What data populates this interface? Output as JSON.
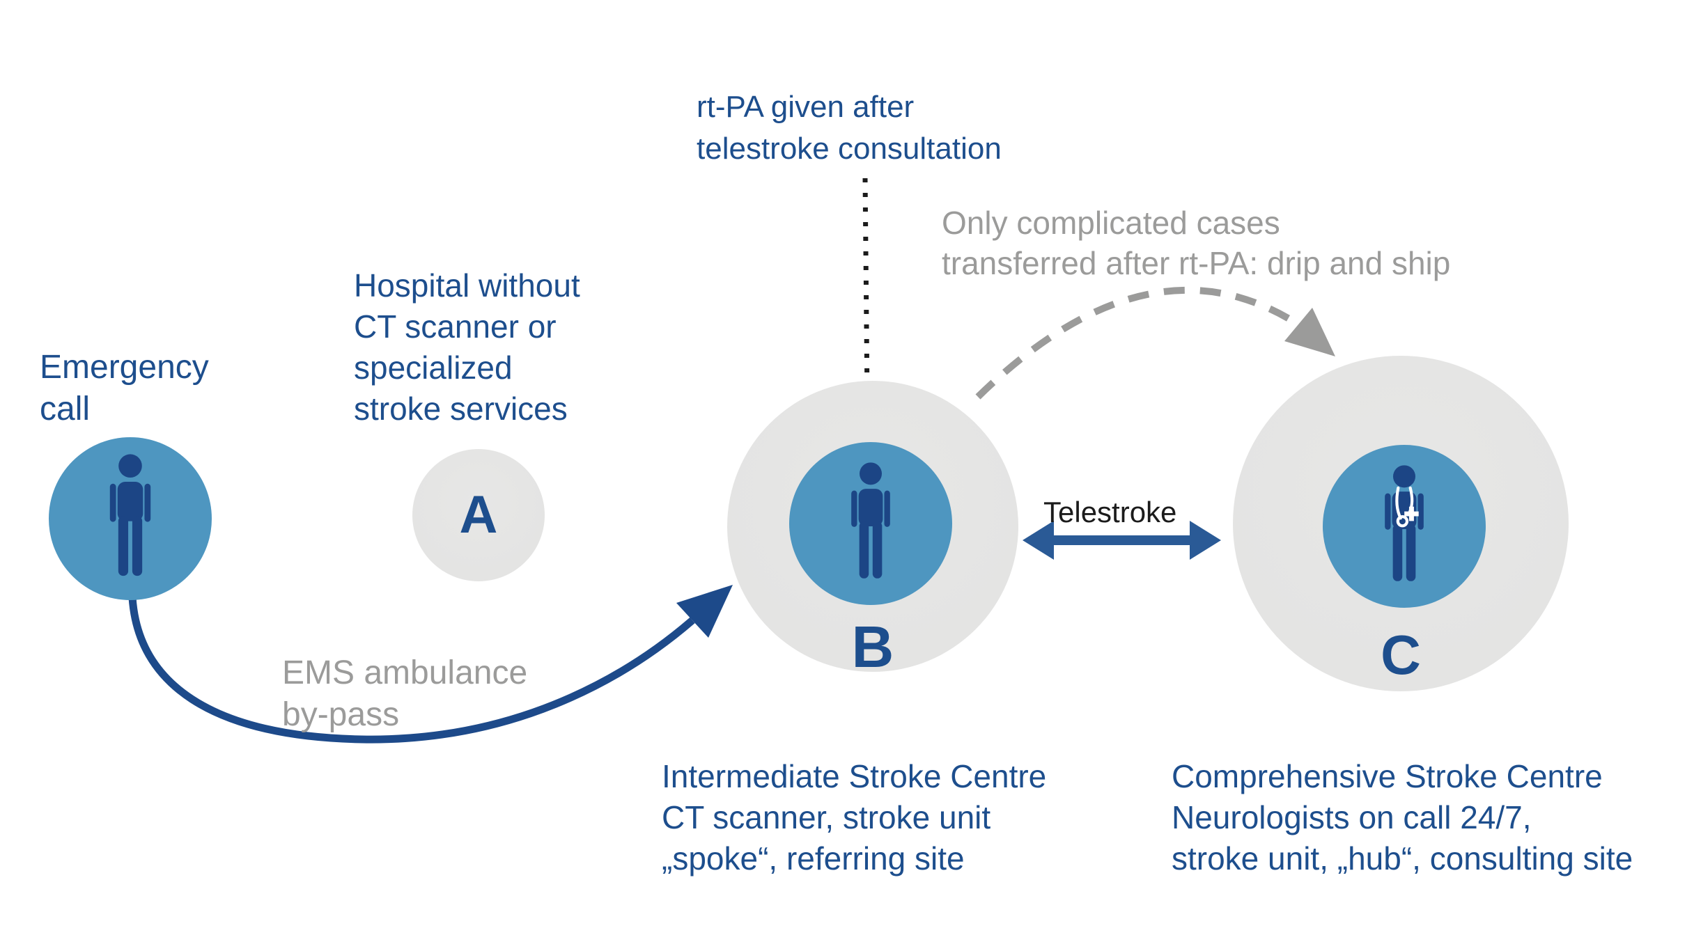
{
  "colors": {
    "navy_text": "#1d4e8d",
    "icon_navy": "#1c4585",
    "steel_blue": "#4e96c0",
    "circle_gray": "#e4e4e3",
    "gray_text": "#9b9b9a",
    "arrow_navy": "#1d4a8a",
    "telestroke_arrow": "#2a5a96",
    "line_black": "#1b1b1b"
  },
  "emergency": {
    "label_lines": [
      "Emergency",
      "call"
    ],
    "icon": "person-icon"
  },
  "hospital_a": {
    "label_lines": [
      "Hospital without",
      "CT scanner or",
      "specialized",
      "stroke services"
    ],
    "letter": "A"
  },
  "rtpa_note": {
    "lines": [
      "rt-PA given after",
      "telestroke consultation"
    ]
  },
  "transfer_note": {
    "lines": [
      "Only complicated cases",
      "transferred after rt-PA: drip and ship"
    ]
  },
  "ems_note": {
    "lines": [
      "EMS ambulance",
      "by-pass"
    ]
  },
  "telestroke": {
    "label": "Telestroke"
  },
  "centre_b": {
    "letter": "B",
    "icon": "person-icon",
    "caption_lines": [
      "Intermediate Stroke Centre",
      "CT scanner, stroke unit",
      "„spoke“, referring site"
    ]
  },
  "centre_c": {
    "letter": "C",
    "icon": "doctor-stethoscope-icon",
    "caption_lines": [
      "Comprehensive Stroke Centre",
      "Neurologists on call 24/7,",
      "stroke unit, „hub“, consulting site"
    ]
  }
}
